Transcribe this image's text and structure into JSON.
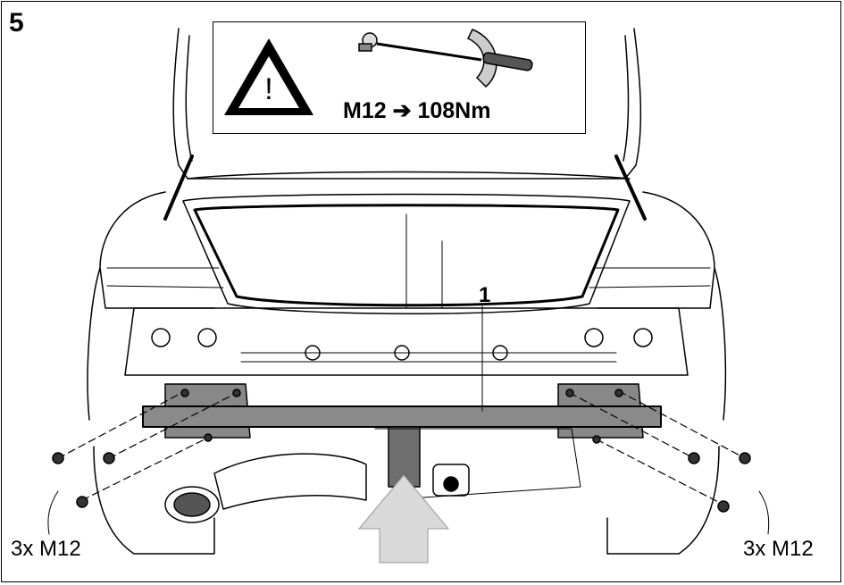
{
  "step_number": "5",
  "warning": {
    "icon_symbol": "!",
    "torque_spec": "M12 ➔ 108Nm"
  },
  "callouts": {
    "part_1": "1"
  },
  "bolt_labels": {
    "left": "3x M12",
    "right": "3x M12"
  },
  "icons": [
    "warning-triangle-icon",
    "torque-wrench-icon",
    "insertion-arrow-icon"
  ]
}
